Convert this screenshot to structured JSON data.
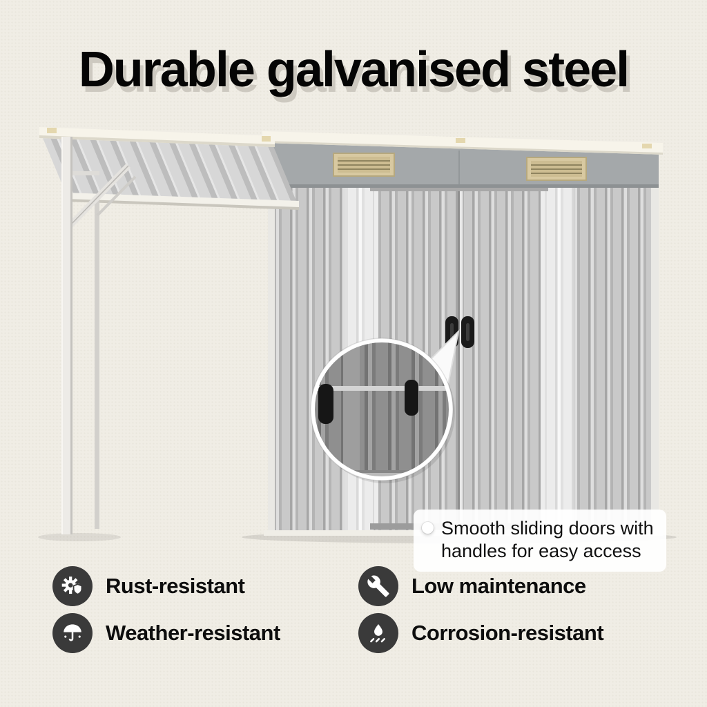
{
  "title": "Durable galvanised steel",
  "illustration": {
    "callout": {
      "line1": "Smooth sliding doors with",
      "line2": "handles for easy access"
    }
  },
  "features": [
    {
      "label": "Rust-resistant",
      "icon": "gear-shield-icon"
    },
    {
      "label": "Low maintenance",
      "icon": "wrench-icon"
    },
    {
      "label": "Weather-resistant",
      "icon": "umbrella-rain-icon"
    },
    {
      "label": "Corrosion-resistant",
      "icon": "corrosion-droplet-icon"
    }
  ],
  "colors": {
    "background": "#f0ede5",
    "title": "#050505",
    "title_shadow": "#cdc9c0",
    "shed_wall": "#c9c9c9",
    "shed_fascia": "#a4a8aa",
    "roof_trim": "#f7f4ea",
    "vent": "#d8c9a1",
    "handle": "#1a1a1a",
    "icon_circle": "#3a3a3a",
    "text": "#0d0d0d"
  }
}
